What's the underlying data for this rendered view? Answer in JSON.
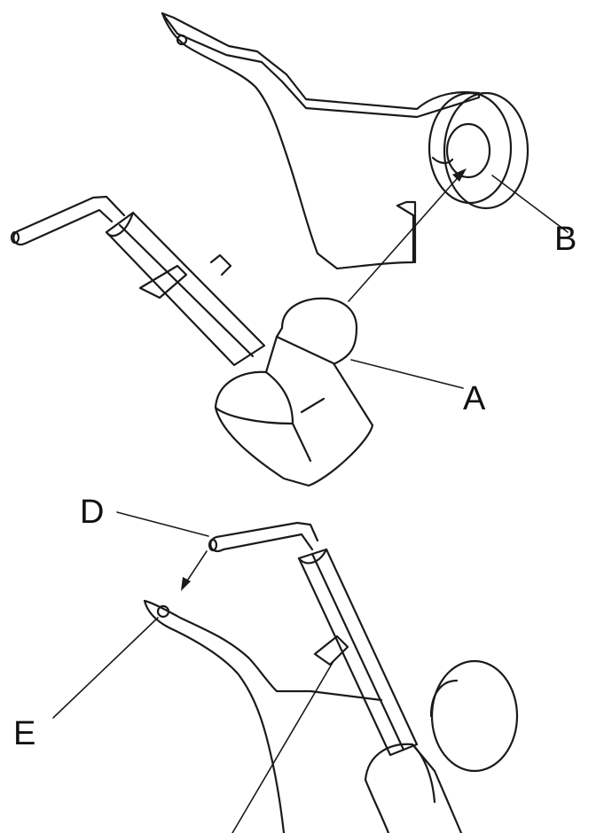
{
  "figure": {
    "corner_text": "",
    "labels": {
      "a": "A",
      "b": "B",
      "d": "D",
      "e": "E"
    },
    "colors": {
      "ink": "#1a1a1a",
      "background": "#ffffff"
    }
  }
}
